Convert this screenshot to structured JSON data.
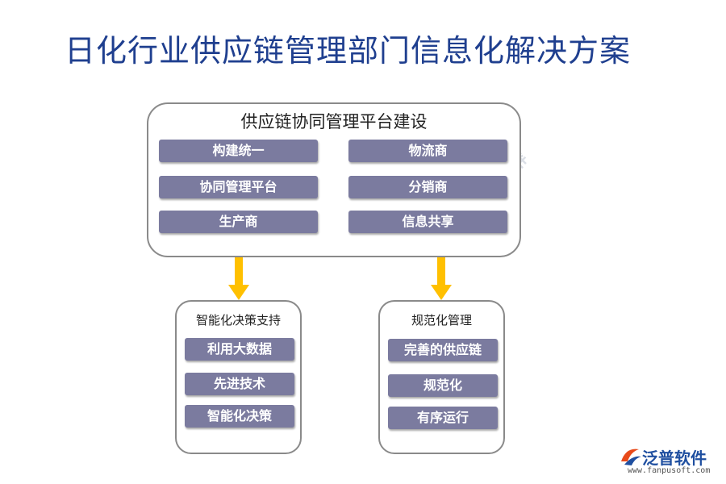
{
  "title": "日化行业供应链管理部门信息化解决方案",
  "top_panel": {
    "title": "供应链协同管理平台建设",
    "items": [
      "构建统一",
      "物流商",
      "协同管理平台",
      "分销商",
      "生产商",
      "信息共享"
    ]
  },
  "left_panel": {
    "title": "智能化决策支持",
    "items": [
      "利用大数据",
      "先进技术",
      "智能化决策"
    ]
  },
  "right_panel": {
    "title": "规范化管理",
    "items": [
      "完善的供应链",
      "规范化",
      "有序运行"
    ]
  },
  "watermark": {
    "text": "泛普软件"
  },
  "brand": {
    "name": "泛普软件",
    "url": "www.fanpusoft.com"
  },
  "colors": {
    "title": "#1f3f8f",
    "chip": "#7b7b9f",
    "arrow": "#ffc000",
    "border": "#8a8a8a"
  },
  "icons": {
    "arrow": "arrow-down-icon",
    "logo": "fanpu-logo-icon"
  }
}
